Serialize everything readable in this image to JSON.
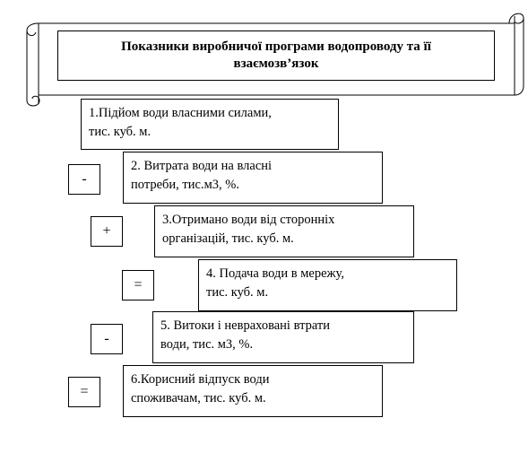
{
  "title": {
    "line1": "Показники  виробничої  програми  водопроводу та її",
    "line2": "взаємозв’язок"
  },
  "steps": [
    {
      "line1": "1.Підйом води власними силами,",
      "line2": "тис. куб.  м."
    },
    {
      "line1": "2. Витрата води на власні",
      "line2": "потреби, тис.м3, %."
    },
    {
      "line1": "3.Отримано  води від сторонніх",
      "line2": "організацій, тис. куб. м."
    },
    {
      "line1": "4. Подача води в мережу,",
      "line2": "тис. куб.  м."
    },
    {
      "line1": "5. Витоки і невраховані втрати",
      "line2": "води, тис. м3, %."
    },
    {
      "line1": "6.Корисний відпуск води",
      "line2": "споживачам, тис. куб.  м."
    }
  ],
  "operators": [
    "-",
    "+",
    "=",
    "-",
    "="
  ]
}
